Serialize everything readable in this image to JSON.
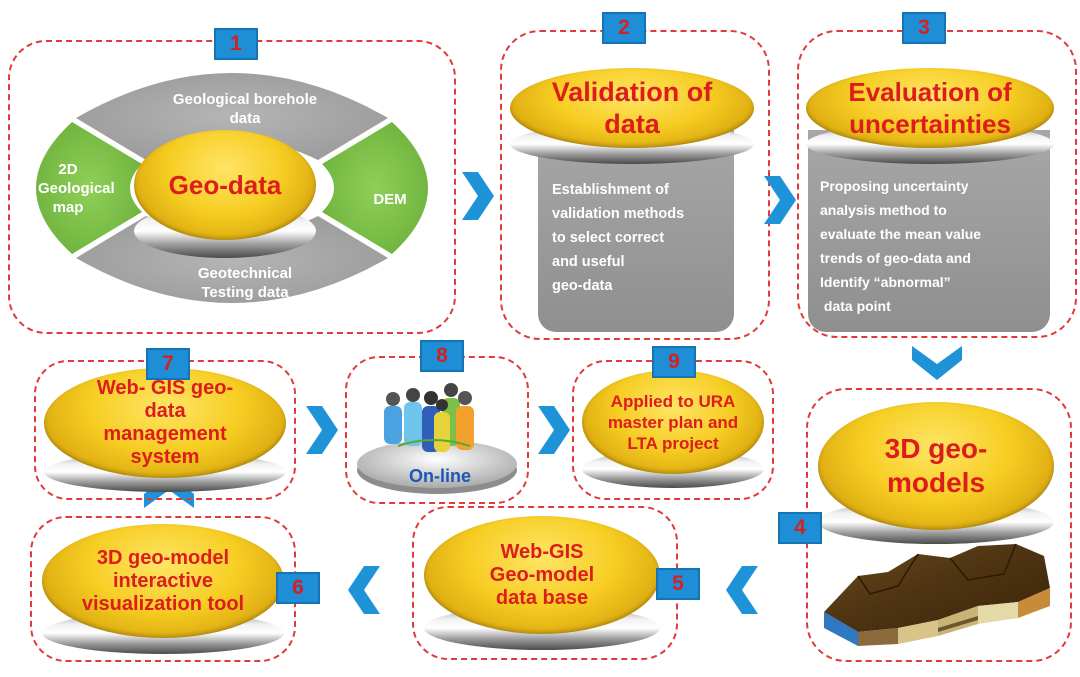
{
  "steps": [
    {
      "number": "1",
      "title": "Geo-data"
    },
    {
      "number": "2",
      "title": "Validation of data",
      "body": [
        "Establishment of",
        "validation methods",
        "to select correct",
        "and useful",
        "geo-data"
      ]
    },
    {
      "number": "3",
      "title": "Evaluation of uncertainties",
      "body": [
        "Proposing uncertainty",
        "analysis method to",
        "evaluate the mean value",
        "trends of geo-data and",
        "Identify “abnormal”",
        " data point"
      ]
    },
    {
      "number": "4",
      "title": "3D geo-models"
    },
    {
      "number": "5",
      "title": "Web-GIS Geo-model data base"
    },
    {
      "number": "6",
      "title": "3D geo-model interactive visualization tool"
    },
    {
      "number": "7",
      "title": "Web- GIS geo-data management system"
    },
    {
      "number": "8",
      "caption": "On-line"
    },
    {
      "number": "9",
      "title": "Applied to URA master plan and LTA project"
    }
  ],
  "geo_data_sources": {
    "top": "Geological borehole data",
    "left": "2D Geological map",
    "right": "DEM",
    "bottom": "Geotechnical Testing data"
  },
  "colors": {
    "dashed_border": "#e03a3a",
    "number_box": "#1e8fd6",
    "arrow": "#1f93d8",
    "disc_top": "#f6cd22",
    "title_text": "#dd1c1c",
    "green_sector": "#7cc04a",
    "gray_sector": "#a2a2a2"
  }
}
